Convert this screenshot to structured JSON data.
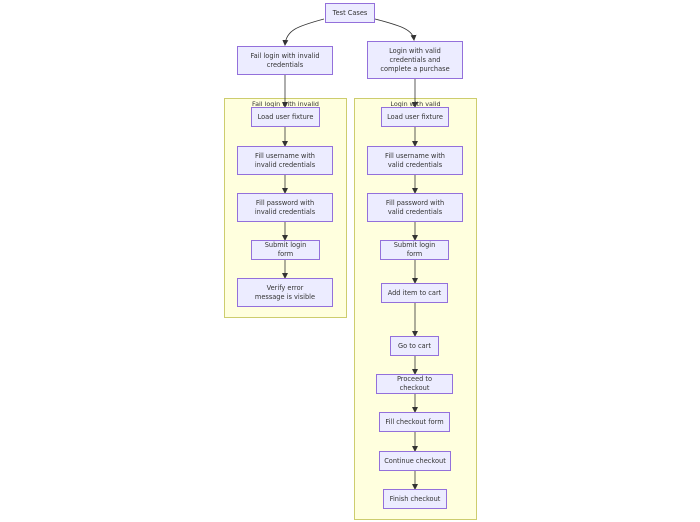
{
  "root": {
    "label": "Test Cases"
  },
  "tests": [
    {
      "title": "Fail login with invalid credentials",
      "cluster_label": "Fail login with invalid",
      "steps": [
        "Load user fixture",
        "Fill username with invalid credentials",
        "Fill password with invalid credentials",
        "Submit login form",
        "Verify error message is visible"
      ]
    },
    {
      "title": "Login with valid credentials and complete a purchase",
      "cluster_label": "Login with valid",
      "steps": [
        "Load user fixture",
        "Fill username with valid credentials",
        "Fill password with valid credentials",
        "Submit login form",
        "Add item to cart",
        "Go to cart",
        "Proceed to checkout",
        "Fill checkout form",
        "Continue checkout",
        "Finish checkout"
      ]
    }
  ],
  "colors": {
    "node_fill": "#ececff",
    "node_stroke": "#9370db",
    "cluster_fill": "#ffffde",
    "cluster_stroke": "#cdcd6e",
    "edge": "#333333"
  }
}
